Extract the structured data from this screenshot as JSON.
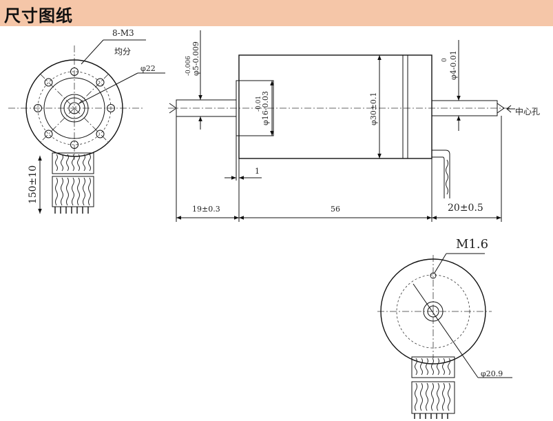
{
  "header": {
    "title": "尺寸图纸"
  },
  "front_view": {
    "screw_label": "8-M3",
    "even_label": "均分",
    "pcd_label": "φ22",
    "lead_length_label": "150±10"
  },
  "side_view": {
    "shaft_left_label": "φ5-0.009",
    "shaft_left_tol_top": "-0.006",
    "boss_label": "φ16-0.03",
    "boss_tol_top": "-0.01",
    "body_label": "φ30±0.1",
    "shaft_right_label": "φ4-0.01",
    "shaft_right_tol_top": "0",
    "center_hole_label": "中心孔",
    "boss_step_label": "1",
    "left_length_label": "19±0.3",
    "body_length_label": "56",
    "right_length_label": "20±0.5"
  },
  "rear_view": {
    "thread_label": "M1.6",
    "diameter_label": "φ20.9"
  }
}
